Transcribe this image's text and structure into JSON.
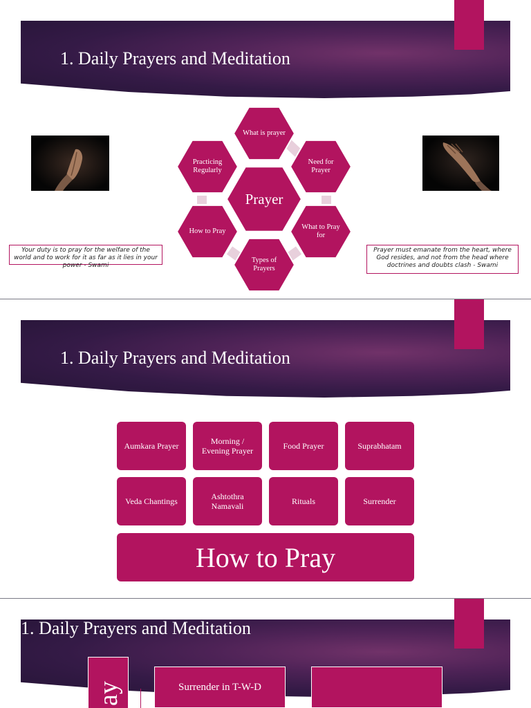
{
  "slides": [
    {
      "title": "1. Daily Prayers and Meditation",
      "center": "Prayer",
      "hexagons": [
        "What is prayer",
        "Need for Prayer",
        "What to Pray for",
        "Types of Prayers",
        "How to Pray",
        "Practicing Regularly"
      ],
      "quote_left": "Your duty is to pray for the welfare of the world and to work for it as far as it lies in your power - Swami",
      "quote_right": "Prayer must emanate from the heart, where God resides, and not from the head where doctrines and doubts clash - Swami"
    },
    {
      "title": "1. Daily Prayers and Meditation",
      "tiles": [
        "Aumkara Prayer",
        "Morning / Evening Prayer",
        "Food Prayer",
        "Suprabhatam",
        "Veda Chantings",
        "Ashtothra Namavali",
        "Rituals",
        "Surrender"
      ],
      "big_tile": "How to Pray"
    },
    {
      "title": "1. Daily Prayers and Meditation",
      "vertical_text": "ay",
      "box1": "Surrender in T-W-D",
      "box2": ""
    }
  ],
  "colors": {
    "accent": "#b2145f",
    "banner_dark": "#241435",
    "banner_light": "#713269",
    "connector": "#e8d0dc"
  },
  "icons": [
    "praying-hands-photo-left",
    "praying-hands-photo-right"
  ]
}
